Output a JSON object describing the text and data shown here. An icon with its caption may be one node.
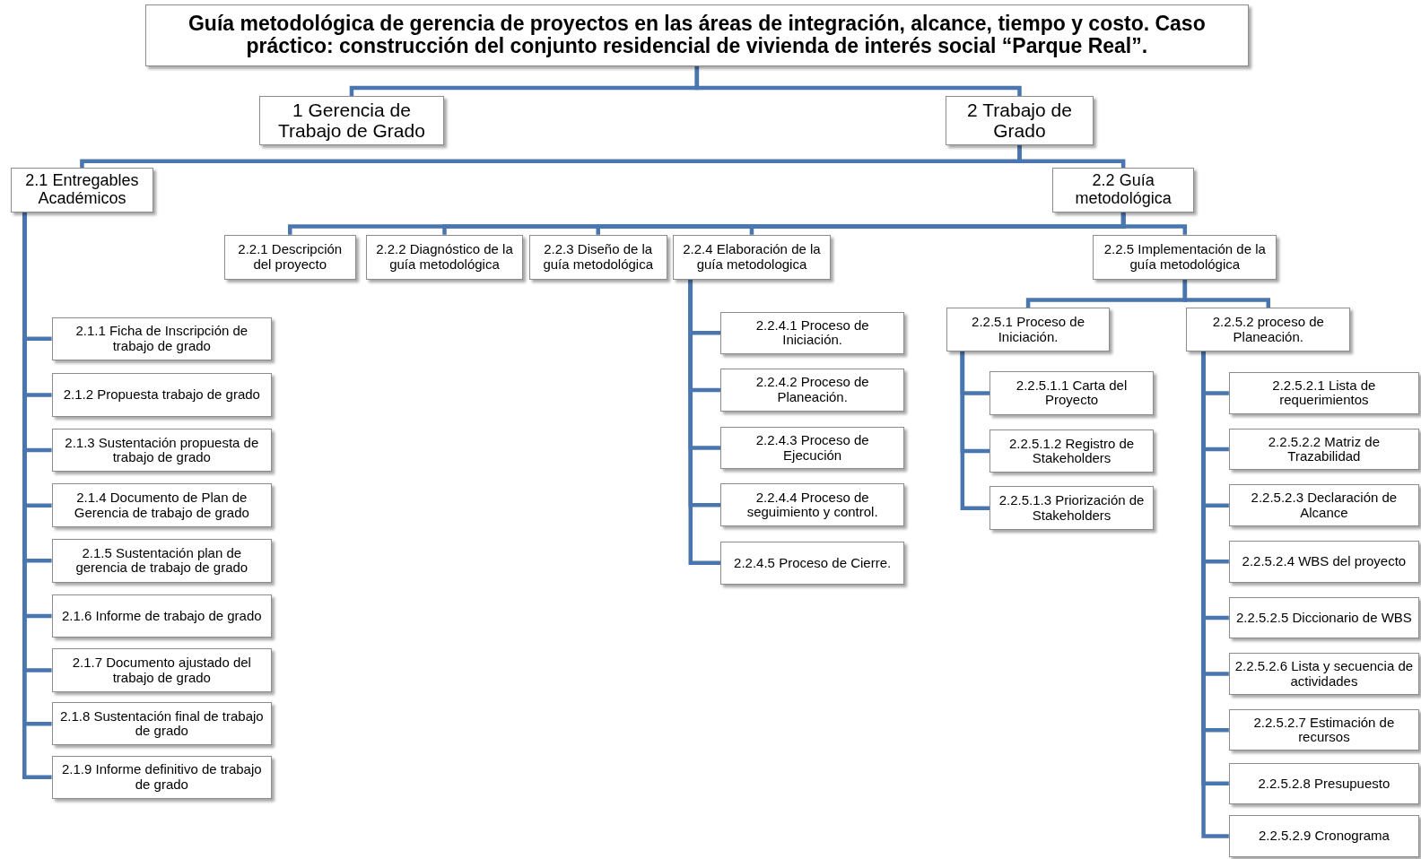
{
  "diagram": {
    "nodes": [
      {
        "text": [
          "Guía metodológica de gerencia de proyectos en las áreas de integración, alcance, tiempo y costo. Caso práctico: construcción del conjunto residencial de vivienda de interés social “Parque Real”."
        ]
      },
      {
        "text": [
          "1 Gerencia de Trabajo de Grado"
        ]
      },
      {
        "text": [
          "2 Trabajo de Grado"
        ]
      },
      {
        "text": [
          "2.1 Entregables Académicos"
        ]
      },
      {
        "text": [
          "2.2 Guía metodológica"
        ]
      },
      {
        "text": [
          "2.2.1 Descripción del proyecto"
        ]
      },
      {
        "text": [
          "2.2.2 Diagnóstico de la guía metodológica"
        ]
      },
      {
        "text": [
          "2.2.3 Diseño de la guía metodológica"
        ]
      },
      {
        "text": [
          "2.2.4 Elaboración  de la guía metodologica"
        ]
      },
      {
        "text": [
          "2.2.5 Implementación de la guía metodológica"
        ]
      },
      {
        "text": [
          "2.1.1 Ficha de Inscripción de trabajo de grado"
        ]
      },
      {
        "text": [
          "2.1.2 Propuesta trabajo de grado"
        ]
      },
      {
        "text": [
          "2.1.3 Sustentación propuesta de trabajo de grado"
        ]
      },
      {
        "text": [
          "2.1.4 Documento de Plan de Gerencia de trabajo de grado"
        ]
      },
      {
        "text": [
          "2.1.5 Sustentación plan de gerencia de trabajo de grado"
        ]
      },
      {
        "text": [
          "2.1.6 Informe de trabajo de grado"
        ]
      },
      {
        "text": [
          "2.1.7 Documento ajustado del trabajo de grado"
        ]
      },
      {
        "text": [
          "2.1.8 Sustentación final de trabajo de grado"
        ]
      },
      {
        "text": [
          "2.1.9 Informe definitivo de trabajo de grado"
        ]
      },
      {
        "text": [
          "2.2.4.1 Proceso de Iniciación."
        ]
      },
      {
        "text": [
          "2.2.4.2 Proceso de Planeación."
        ]
      },
      {
        "text": [
          "2.2.4.3 Proceso de Ejecución"
        ]
      },
      {
        "text": [
          "2.2.4.4 Proceso de seguimiento y control."
        ]
      },
      {
        "text": [
          "2.2.4.5 Proceso de Cierre."
        ]
      },
      {
        "text": [
          "2.2.5.1 Proceso de Iniciación."
        ]
      },
      {
        "text": [
          "2.2.5.2 proceso de Planeación."
        ]
      },
      {
        "text": [
          "2.2.5.1.1 Carta del Proyecto"
        ]
      },
      {
        "text": [
          "2.2.5.1.2 Registro de Stakeholders"
        ]
      },
      {
        "text": [
          "2.2.5.1.3 Priorización de Stakeholders"
        ]
      },
      {
        "text": [
          "2.2.5.2.1 Lista de requerimientos"
        ]
      },
      {
        "text": [
          "2.2.5.2.2 Matriz de Trazabilidad"
        ]
      },
      {
        "text": [
          "2.2.5.2.3 Declaración de Alcance"
        ]
      },
      {
        "text": [
          "2.2.5.2.4 WBS del proyecto"
        ]
      },
      {
        "text": [
          "2.2.5.2.5 Diccionario de WBS"
        ]
      },
      {
        "text": [
          "2.2.5.2.6 Lista y secuencia de actividades"
        ]
      },
      {
        "text": [
          "2.2.5.2.7 Estimación de recursos"
        ]
      },
      {
        "text": [
          "2.2.5.2.8 Presupuesto"
        ]
      },
      {
        "text": [
          "2.2.5.2.9 Cronograma"
        ]
      }
    ],
    "edges": [
      {
        "from": 0,
        "to": 1,
        "arrow": "none"
      },
      {
        "from": 0,
        "to": 2,
        "arrow": "none"
      },
      {
        "from": 2,
        "to": 3,
        "arrow": "none"
      },
      {
        "from": 2,
        "to": 4,
        "arrow": "none"
      },
      {
        "from": 4,
        "to": 5,
        "arrow": "none"
      },
      {
        "from": 4,
        "to": 6,
        "arrow": "none"
      },
      {
        "from": 4,
        "to": 7,
        "arrow": "none"
      },
      {
        "from": 4,
        "to": 8,
        "arrow": "none"
      },
      {
        "from": 4,
        "to": 9,
        "arrow": "none"
      },
      {
        "from": 3,
        "to": 10,
        "arrow": "none"
      },
      {
        "from": 3,
        "to": 11,
        "arrow": "none"
      },
      {
        "from": 3,
        "to": 12,
        "arrow": "none"
      },
      {
        "from": 3,
        "to": 13,
        "arrow": "none"
      },
      {
        "from": 3,
        "to": 14,
        "arrow": "none"
      },
      {
        "from": 3,
        "to": 15,
        "arrow": "none"
      },
      {
        "from": 3,
        "to": 16,
        "arrow": "none"
      },
      {
        "from": 3,
        "to": 17,
        "arrow": "none"
      },
      {
        "from": 3,
        "to": 18,
        "arrow": "none"
      },
      {
        "from": 8,
        "to": 19,
        "arrow": "none"
      },
      {
        "from": 8,
        "to": 20,
        "arrow": "none"
      },
      {
        "from": 8,
        "to": 21,
        "arrow": "none"
      },
      {
        "from": 8,
        "to": 22,
        "arrow": "none"
      },
      {
        "from": 8,
        "to": 23,
        "arrow": "none"
      },
      {
        "from": 9,
        "to": 24,
        "arrow": "none"
      },
      {
        "from": 9,
        "to": 25,
        "arrow": "none"
      },
      {
        "from": 24,
        "to": 26,
        "arrow": "none"
      },
      {
        "from": 24,
        "to": 27,
        "arrow": "none"
      },
      {
        "from": 24,
        "to": 28,
        "arrow": "none"
      },
      {
        "from": 25,
        "to": 29,
        "arrow": "none"
      },
      {
        "from": 25,
        "to": 30,
        "arrow": "none"
      },
      {
        "from": 25,
        "to": 31,
        "arrow": "none"
      },
      {
        "from": 25,
        "to": 32,
        "arrow": "none"
      },
      {
        "from": 25,
        "to": 33,
        "arrow": "none"
      },
      {
        "from": 25,
        "to": 34,
        "arrow": "none"
      },
      {
        "from": 25,
        "to": 35,
        "arrow": "none"
      },
      {
        "from": 25,
        "to": 36,
        "arrow": "none"
      },
      {
        "from": 25,
        "to": 37,
        "arrow": "none"
      }
    ]
  }
}
